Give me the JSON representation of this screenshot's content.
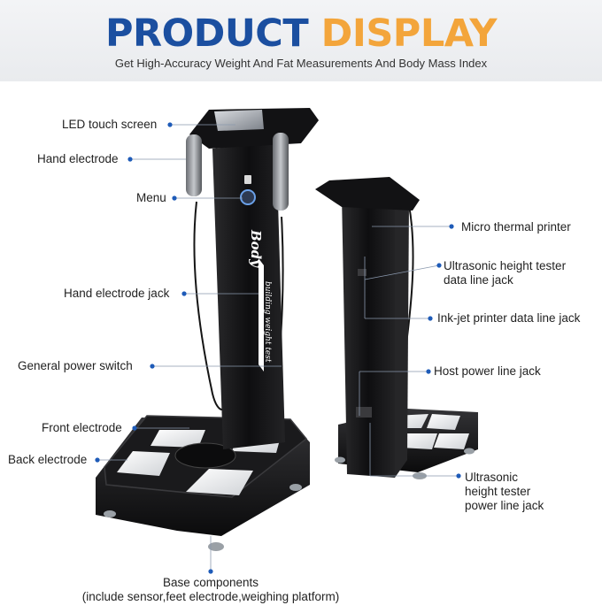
{
  "header": {
    "title_part1": "PRODUCT",
    "title_part2": "DISPLAY",
    "subtitle": "Get High-Accuracy Weight And Fat Measurements And Body Mass Index",
    "colors": {
      "blue": "#1b4fa0",
      "orange": "#f3a53b",
      "dot": "#1e5bb8"
    }
  },
  "device_text": {
    "brand": "Body",
    "tagline": "building weight test"
  },
  "labels_left": {
    "led_touch_screen": "LED touch screen",
    "hand_electrode": "Hand electrode",
    "menu": "Menu",
    "hand_electrode_jack": "Hand electrode jack",
    "general_power_switch": "General power switch",
    "front_electrode": "Front electrode",
    "back_electrode": "Back electrode"
  },
  "labels_right": {
    "micro_thermal_printer": "Micro thermal printer",
    "ultrasonic_height_tester_data_line_jack": [
      "Ultrasonic height tester",
      "data line jack"
    ],
    "inkjet_printer_data_line_jack": "Ink-jet printer data line jack",
    "host_power_line_jack": "Host power line jack",
    "ultrasonic_height_tester_power_line_jack": [
      "Ultrasonic",
      "height tester",
      "power line jack"
    ]
  },
  "labels_bottom": {
    "base_components": [
      "Base components",
      "(include sensor,feet electrode,weighing platform)"
    ]
  }
}
